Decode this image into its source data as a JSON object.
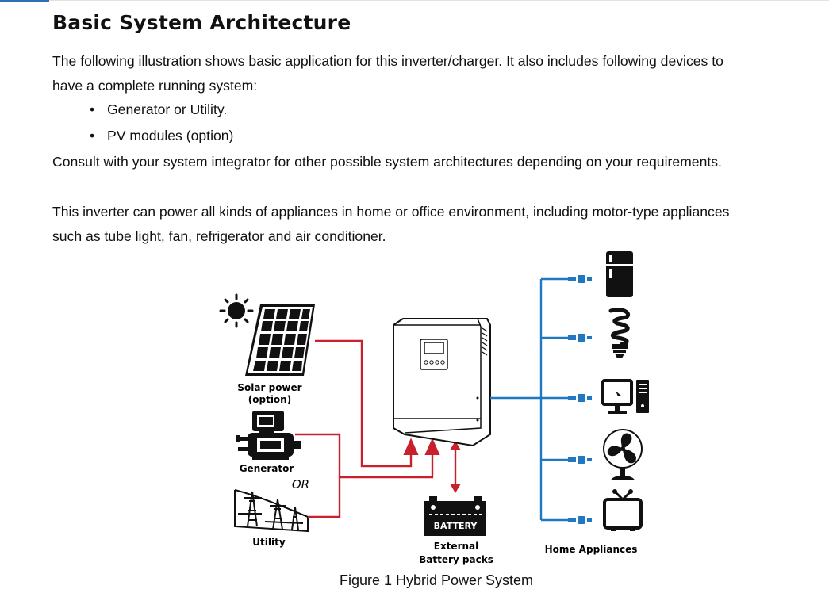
{
  "heading": "Basic System Architecture",
  "intro": {
    "line1": "The following illustration shows basic application for this inverter/charger. It also includes following devices to",
    "line2": "have a complete running system:"
  },
  "bullets": [
    "Generator or Utility.",
    "PV modules (option)"
  ],
  "consult": "Consult with your system integrator for other possible system architectures depending on your requirements.",
  "power": {
    "line1": "This inverter can power all kinds of appliances in home or office environment, including motor-type appliances",
    "line2": "such as tube light, fan, refrigerator and air conditioner."
  },
  "diagram": {
    "solar_label_1": "Solar power",
    "solar_label_2": "(option)",
    "generator_label": "Generator",
    "or_label": "OR",
    "utility_label": "Utility",
    "battery_text": "BATTERY",
    "battery_label_1": "External",
    "battery_label_2": "Battery packs",
    "appliances_label": "Home Appliances",
    "colors": {
      "ac_in": "#c8202c",
      "ac_out": "#1f78c1",
      "dark": "#111111"
    }
  },
  "caption": "Figure 1 Hybrid Power System"
}
